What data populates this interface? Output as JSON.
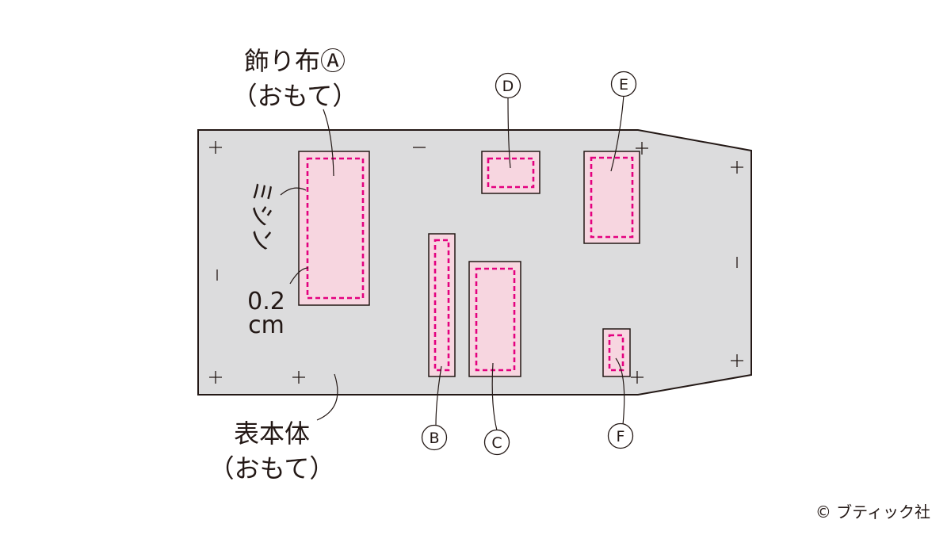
{
  "labels": {
    "decor_fabric_line1": "飾り布Ⓐ",
    "decor_fabric_line2": "（おもて）",
    "stitch_word": "ミシン",
    "stitch_value": "0.2",
    "stitch_unit": "cm",
    "main_body_line1": "表本体",
    "main_body_line2": "（おもて）"
  },
  "pieces": {
    "a": "Ⓐ",
    "b": "B",
    "c": "C",
    "d": "D",
    "e": "E",
    "f": "F"
  },
  "copyright": "© ブティック社",
  "colors": {
    "body_fill": "#dcdcdd",
    "piece_fill": "#f7d6e0",
    "stitch": "#e4007f",
    "outline": "#231815"
  }
}
